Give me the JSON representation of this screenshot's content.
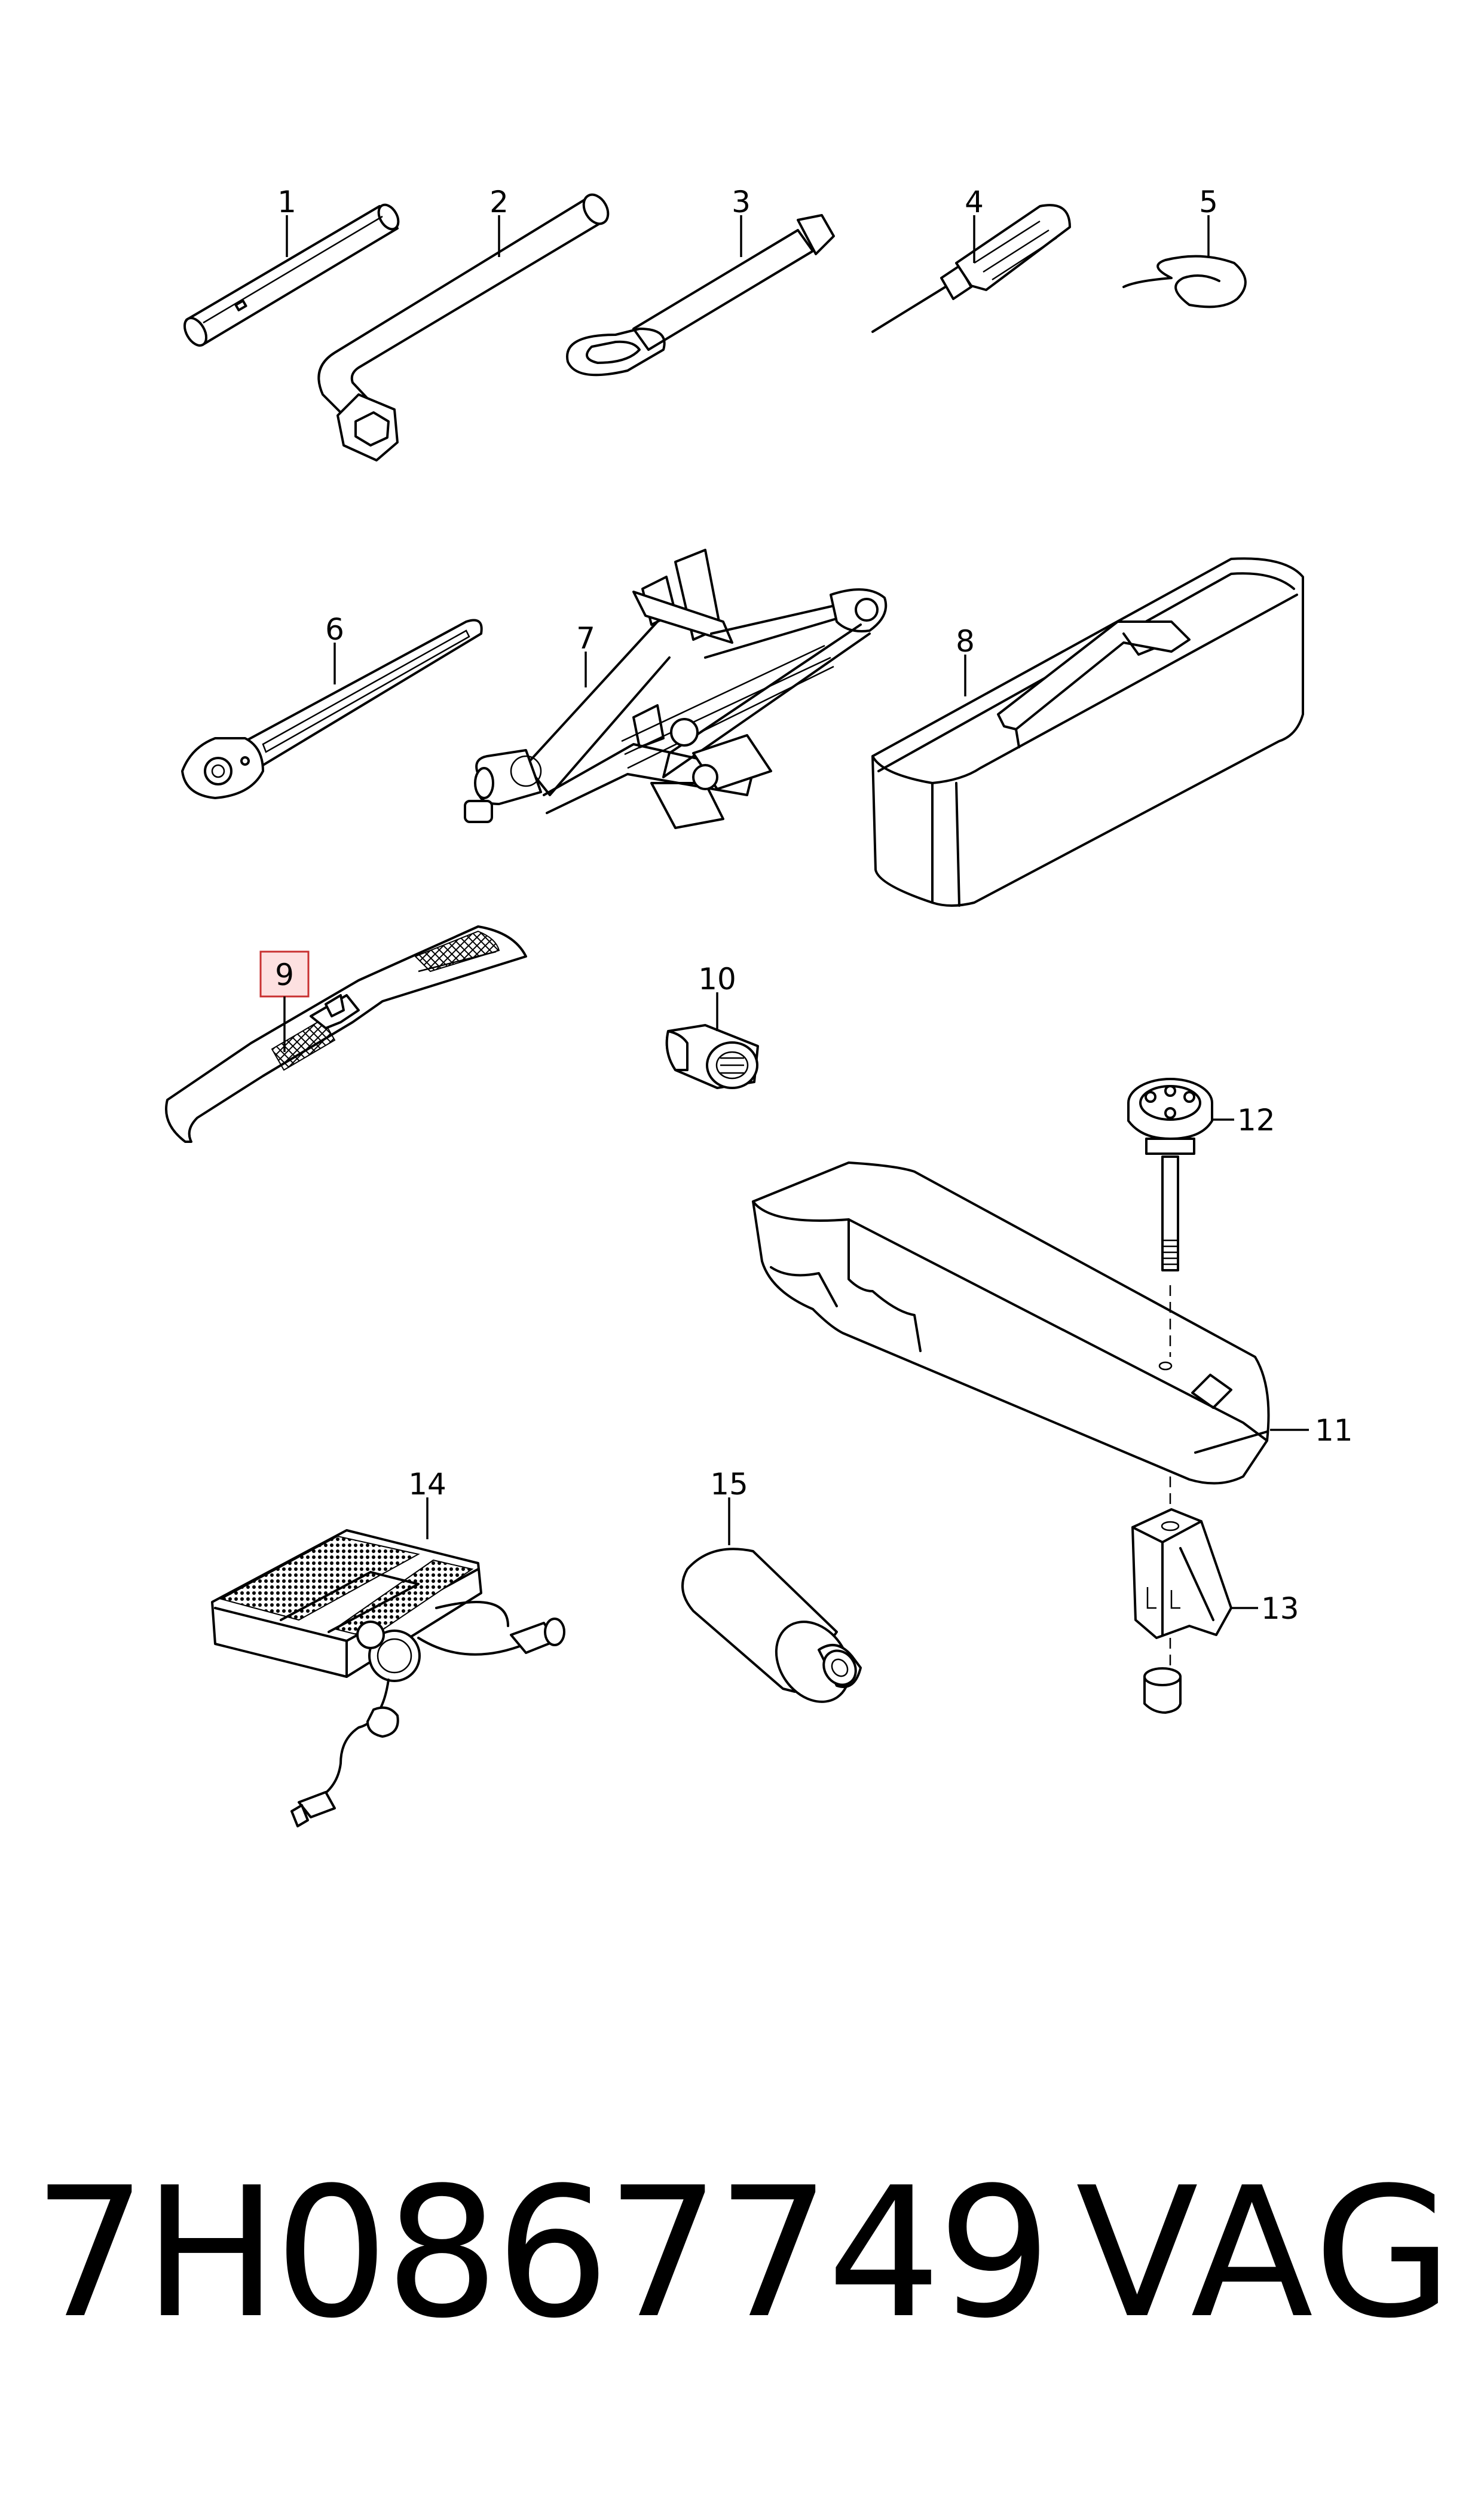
{
  "diagram": {
    "callouts": [
      {
        "id": "1",
        "label": "1"
      },
      {
        "id": "2",
        "label": "2"
      },
      {
        "id": "3",
        "label": "3"
      },
      {
        "id": "4",
        "label": "4"
      },
      {
        "id": "5",
        "label": "5"
      },
      {
        "id": "6",
        "label": "6"
      },
      {
        "id": "7",
        "label": "7"
      },
      {
        "id": "8",
        "label": "8"
      },
      {
        "id": "9",
        "label": "9",
        "highlighted": true
      },
      {
        "id": "10",
        "label": "10"
      },
      {
        "id": "11",
        "label": "11"
      },
      {
        "id": "12",
        "label": "12"
      },
      {
        "id": "13",
        "label": "13"
      },
      {
        "id": "14",
        "label": "14"
      },
      {
        "id": "15",
        "label": "15"
      }
    ],
    "highlight_color": "#c83030"
  },
  "footer": {
    "part_number": "7H0867749",
    "brand": "VAG"
  }
}
